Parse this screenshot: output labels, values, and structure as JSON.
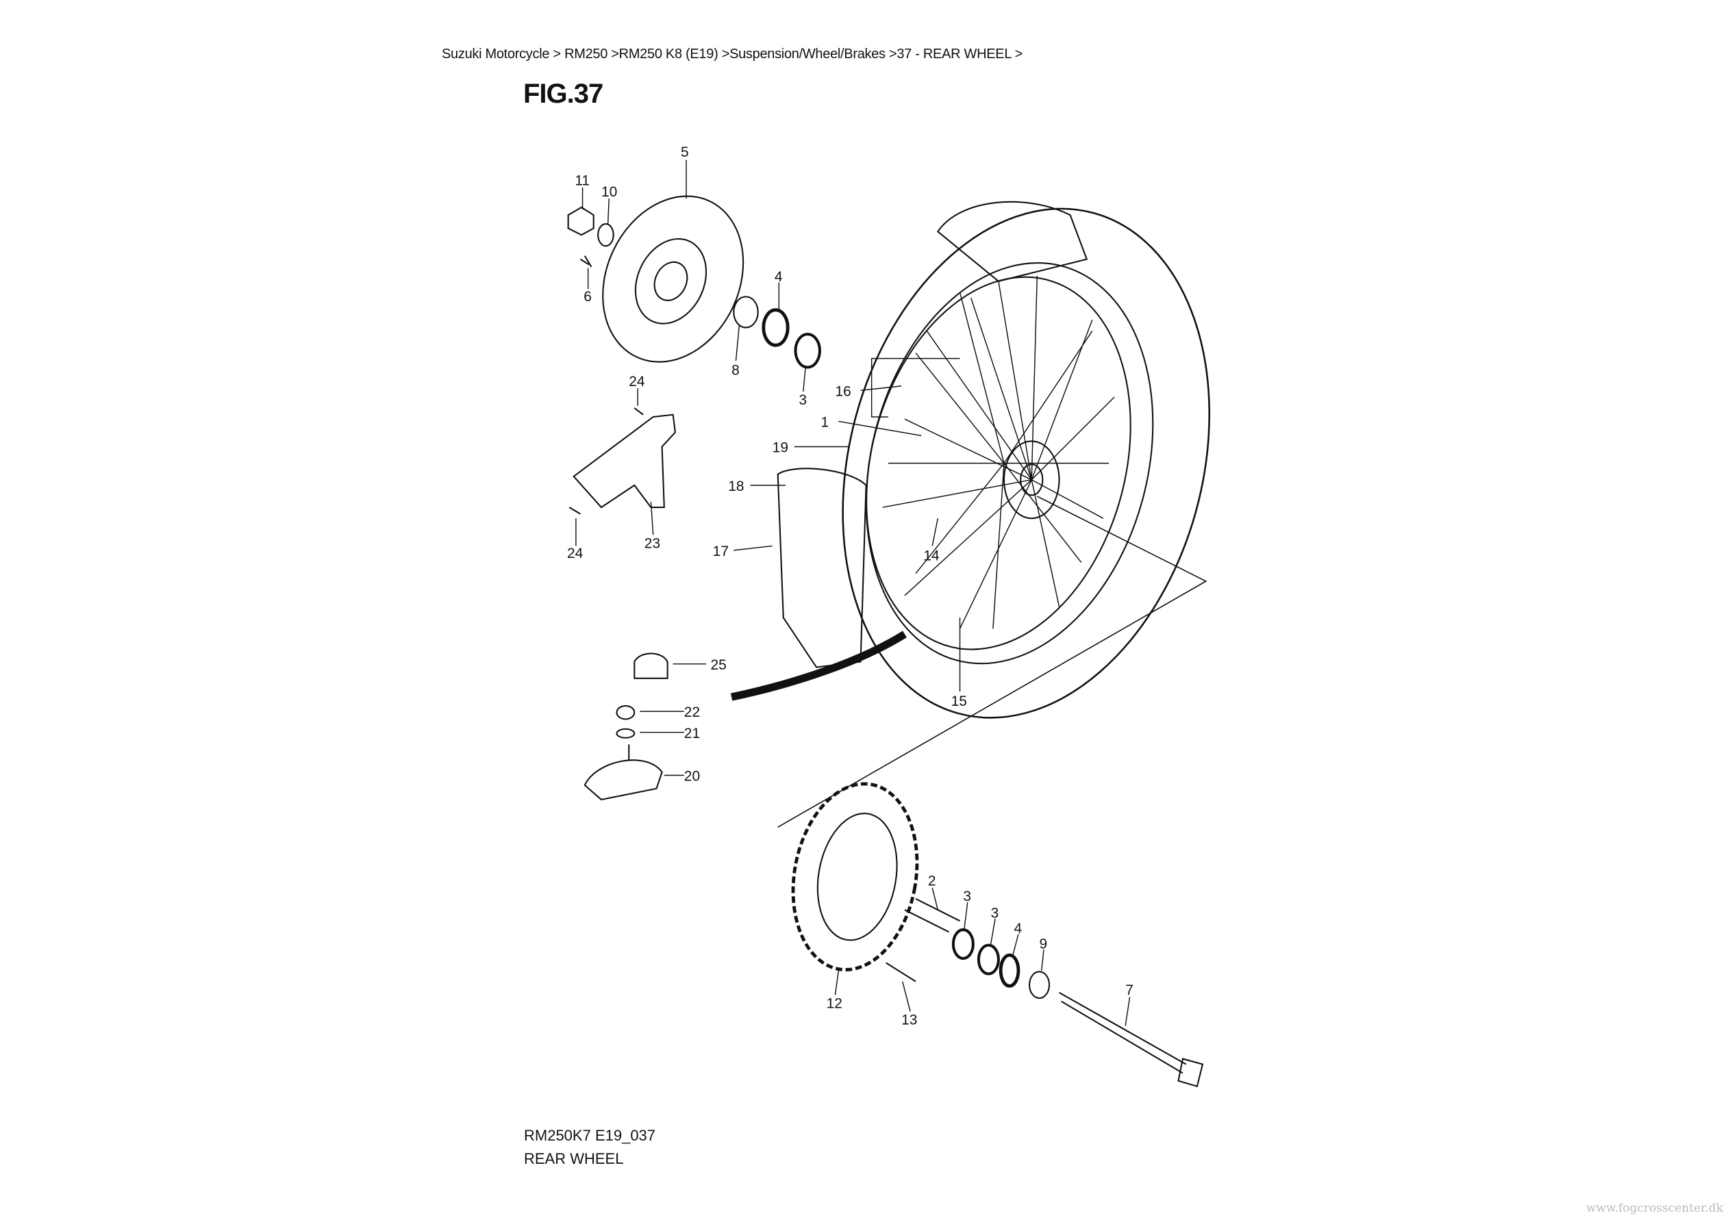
{
  "breadcrumb": "Suzuki Motorcycle > RM250 >RM250 K8 (E19) >Suspension/Wheel/Brakes >37 - REAR WHEEL >",
  "figure_title": "FIG.37",
  "diagram_code": "RM250K7 E19_037",
  "diagram_name": "REAR WHEEL",
  "watermark": "www.fogcrosscenter.dk",
  "callouts": [
    "5",
    "11",
    "10",
    "6",
    "4",
    "8",
    "3",
    "16",
    "1",
    "19",
    "18",
    "17",
    "24",
    "24",
    "23",
    "14",
    "15",
    "25",
    "22",
    "21",
    "20",
    "2",
    "3",
    "3",
    "4",
    "9",
    "7",
    "12",
    "13"
  ]
}
